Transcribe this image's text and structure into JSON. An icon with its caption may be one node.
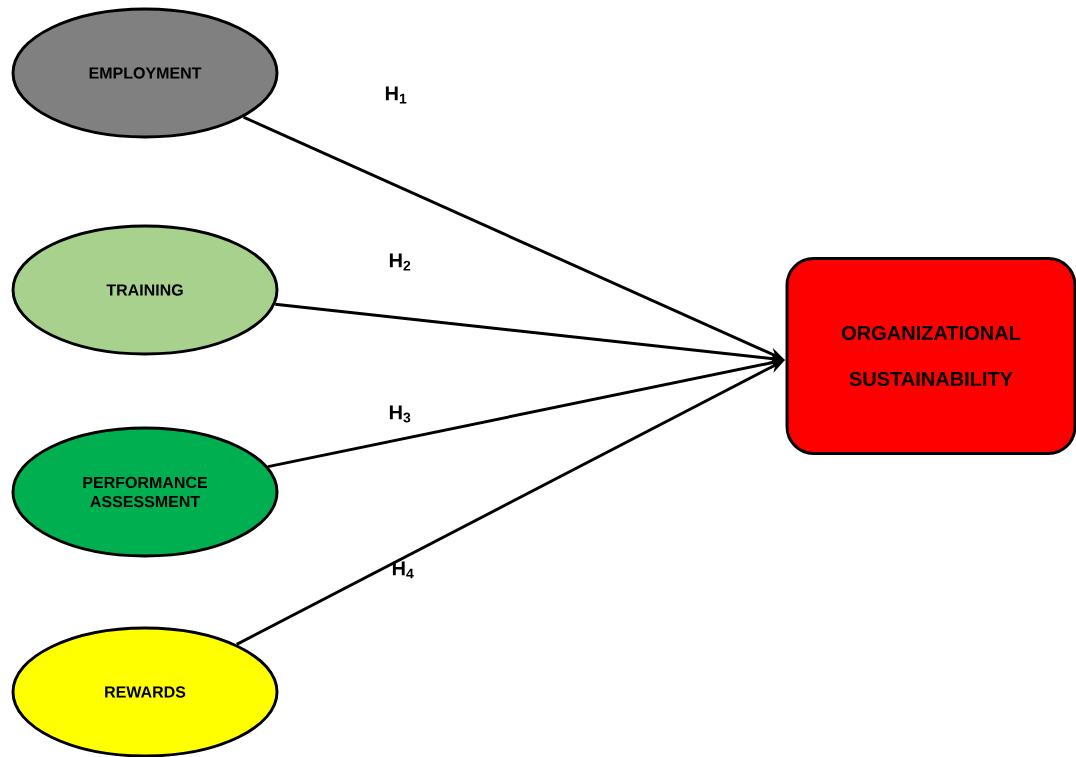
{
  "diagram": {
    "nodes": [
      {
        "text": [
          "EMPLOYMENT"
        ]
      },
      {
        "text": [
          "TRAINING"
        ]
      },
      {
        "text": [
          "PERFORMANCE ASSESSMENT"
        ]
      },
      {
        "text": [
          "REWARDS"
        ]
      },
      {
        "text": [
          "ORGANIZATIONAL SUSTAINABILITY"
        ]
      }
    ],
    "edges": [
      {
        "from": 0,
        "to": 4,
        "arrow": "to",
        "label": "H$_{1}$"
      },
      {
        "from": 1,
        "to": 4,
        "arrow": "to",
        "label": "H$_{2}$"
      },
      {
        "from": 2,
        "to": 4,
        "arrow": "to",
        "label": "H$_{3}$"
      },
      {
        "from": 3,
        "to": 4,
        "arrow": "to",
        "label": "H$_{4}$"
      }
    ]
  }
}
